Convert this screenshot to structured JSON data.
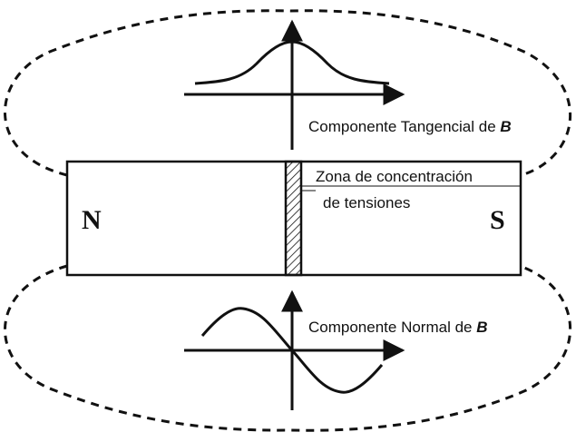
{
  "magnet": {
    "north_label": "N",
    "south_label": "S"
  },
  "labels": {
    "tangential_prefix": "Componente Tangencial de ",
    "normal_prefix": "Componente Normal de ",
    "field_symbol": "B",
    "zone_line1": "Zona de concentración",
    "zone_line2": "de tensiones"
  },
  "colors": {
    "stroke": "#111111",
    "background": "#ffffff"
  }
}
